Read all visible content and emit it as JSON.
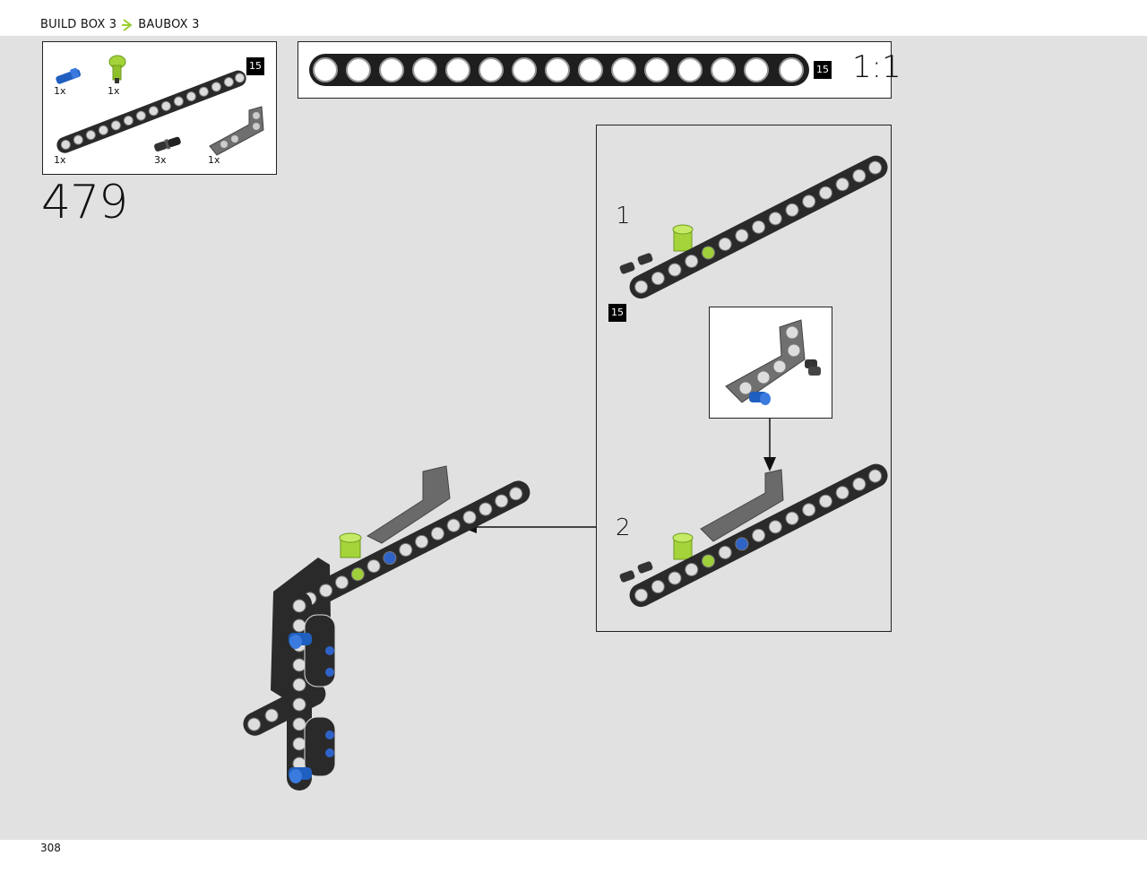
{
  "header": {
    "breadcrumb_en": "BUILD BOX 3",
    "breadcrumb_de": "BAUBOX 3",
    "accent_color": "#9acd32"
  },
  "parts_list": {
    "items": [
      {
        "name": "blue-axle-pin",
        "qty": "1x"
      },
      {
        "name": "lime-pin-connector",
        "qty": "1x"
      },
      {
        "name": "beam-15",
        "qty": "1x",
        "badge": "15"
      },
      {
        "name": "black-friction-pin",
        "qty": "3x"
      },
      {
        "name": "grey-angle-beam",
        "qty": "1x"
      }
    ]
  },
  "ruler": {
    "badge": "15",
    "scale": "1:1"
  },
  "step": {
    "number": "479"
  },
  "sub_steps": [
    {
      "number": "1",
      "badge": "15"
    },
    {
      "number": "2"
    }
  ],
  "footer": {
    "page_number": "308"
  },
  "icons": {
    "breadcrumb_separator": "chevron-right-icon",
    "arrow": "arrow-icon"
  }
}
